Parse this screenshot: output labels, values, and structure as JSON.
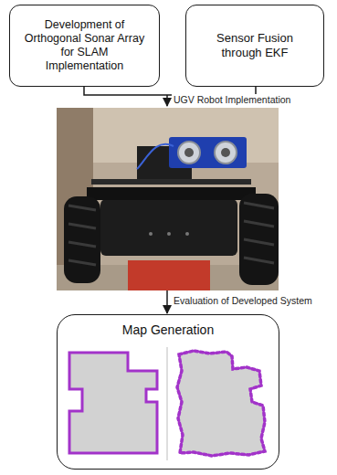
{
  "diagram": {
    "nodes": [
      {
        "text": [
          "Development of Orthogonal Sonar Array for SLAM Implementation"
        ]
      },
      {
        "text": [
          "Sensor Fusion through EKF"
        ]
      },
      {
        "text": [
          "Map Generation"
        ]
      }
    ],
    "labels": [
      "UGV Robot Implementation",
      "Evaluation of Developed System"
    ]
  }
}
